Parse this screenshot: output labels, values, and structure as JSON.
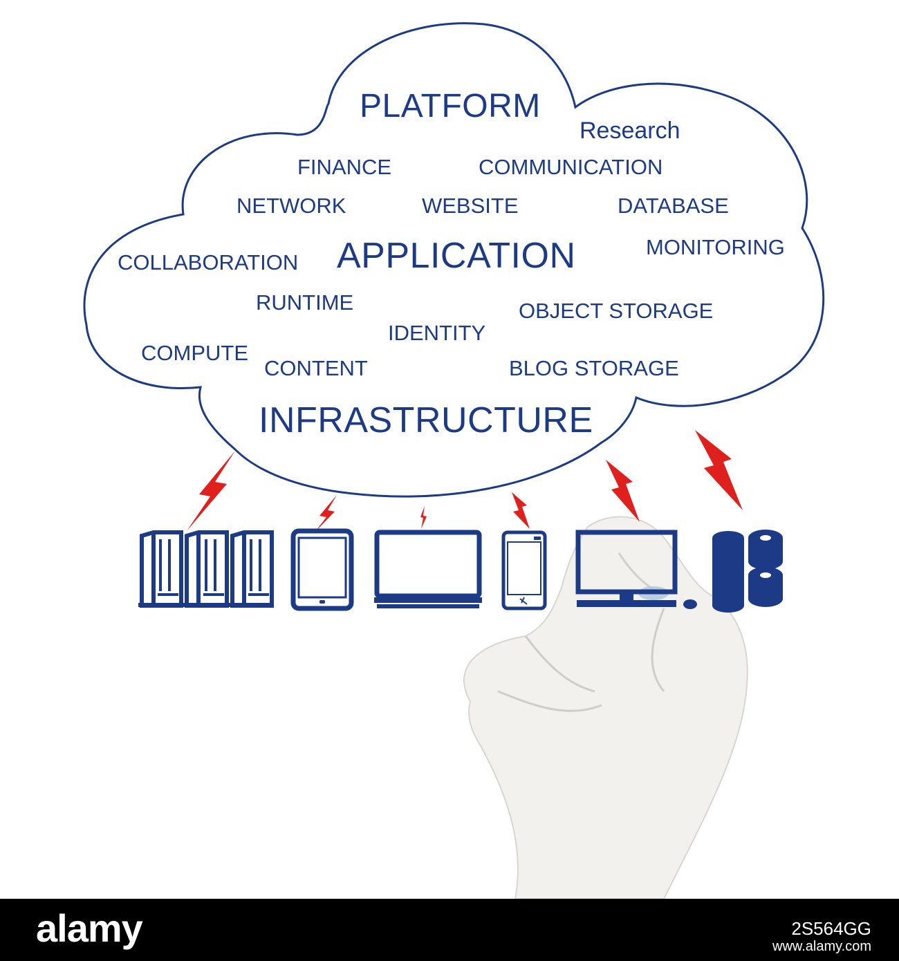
{
  "colors": {
    "text": "#1c3a86",
    "outline": "#1c3a86",
    "bolt": "#e0201c",
    "device": "#1c3a86",
    "glove": "#f2f1ee",
    "footer": "#000000"
  },
  "cloud": {
    "layers": {
      "platform": "PLATFORM",
      "application": "APPLICATION",
      "infrastructure": "INFRASTRUCTURE"
    },
    "services": {
      "research": "Research",
      "finance": "FINANCE",
      "communication": "COMMUNICATION",
      "network": "NETWORK",
      "website": "WEBSITE",
      "database": "DATABASE",
      "collaboration": "COLLABORATION",
      "monitoring": "MONITORING",
      "runtime": "RUNTIME",
      "object_storage": "OBJECT STORAGE",
      "identity": "IDENTITY",
      "compute": "COMPUTE",
      "content": "CONTENT",
      "blog_storage": "BLOG STORAGE"
    }
  },
  "devices": [
    "server-rack-icon",
    "tablet-icon",
    "laptop-icon",
    "smartphone-icon",
    "desktop-computer-icon",
    "database-icon"
  ],
  "footer": {
    "logo": "alamy",
    "image_id": "2S564GG",
    "url": "www.alamy.com"
  }
}
